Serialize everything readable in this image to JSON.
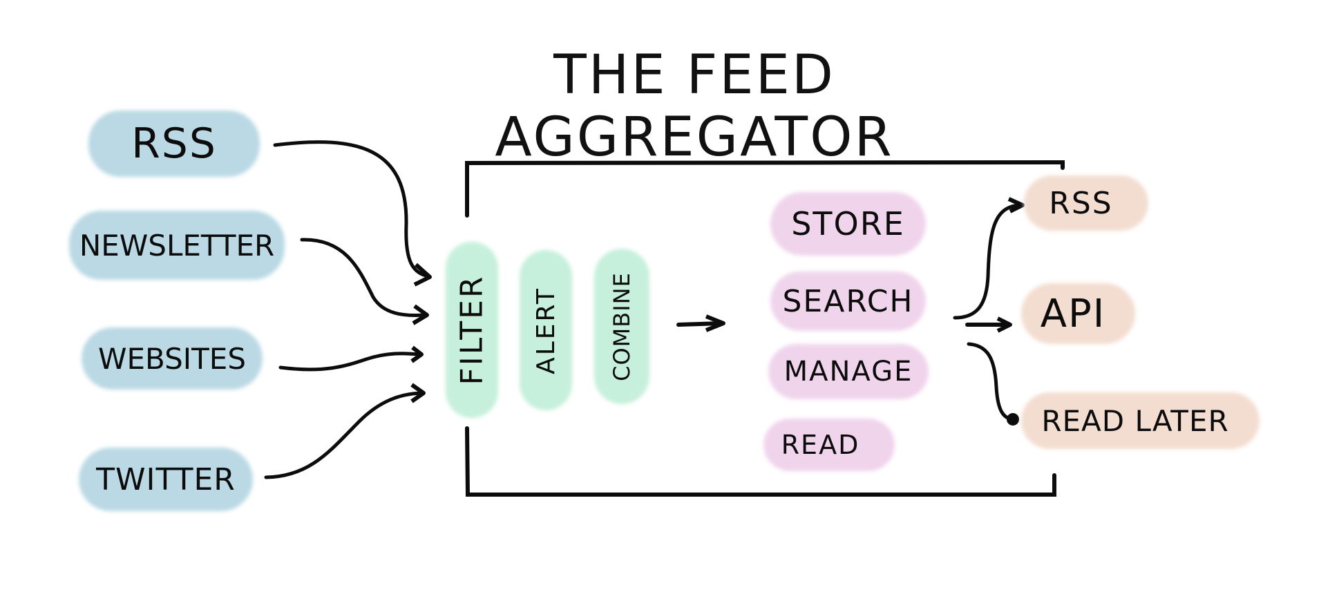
{
  "title": "THE FEED AGGREGATOR",
  "colors": {
    "source_blob": "#bad9e4",
    "process_blob": "#c6f0dc",
    "action_blob": "#f0d4ec",
    "output_blob": "#f3ddd0",
    "ink": "#0c0c0c"
  },
  "sources": [
    "RSS",
    "NEWSLETTER",
    "WEBSITES",
    "TWITTER"
  ],
  "processes": [
    "FILTER",
    "ALERT",
    "COMBINE"
  ],
  "actions": [
    "STORE",
    "SEARCH",
    "MANAGE",
    "READ"
  ],
  "outputs": [
    "RSS",
    "API",
    "READ LATER"
  ]
}
